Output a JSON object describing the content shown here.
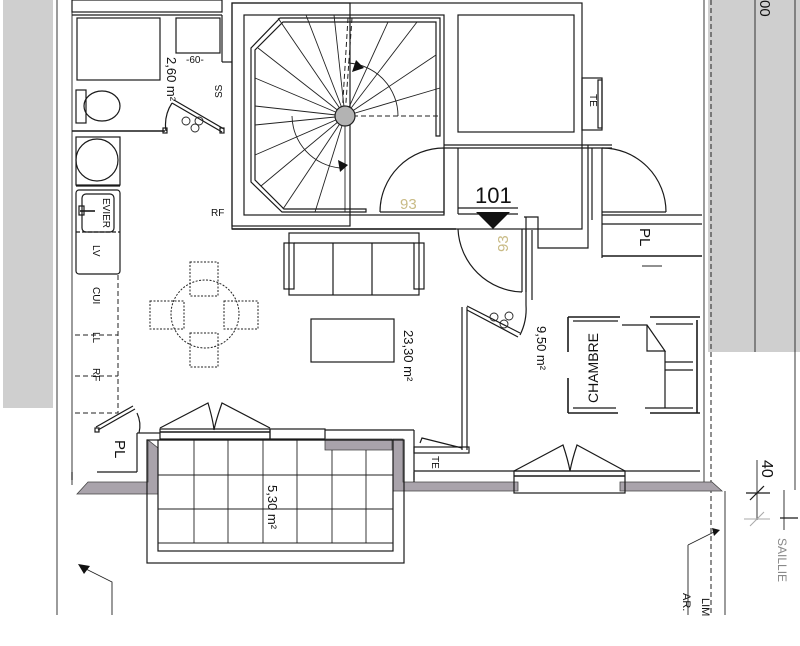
{
  "plan": {
    "apartment_number": "101",
    "rooms": [
      {
        "id": "bathroom",
        "area": "2,60 m²"
      },
      {
        "id": "living",
        "area": "23,30 m²"
      },
      {
        "id": "bedroom",
        "label": "CHAMBRE",
        "area": "9,50 m²"
      },
      {
        "id": "balcony",
        "area": "5,30 m²"
      }
    ],
    "labels": {
      "width_60": "-60-",
      "ss": "SS",
      "rf_living": "RF",
      "evier": "EVIER",
      "lv": "LV",
      "cui": "CUI",
      "ll": "LL",
      "rf_kitchen": "RF",
      "pl_entry": "PL",
      "pl_balcony": "PL",
      "te_top": "TE",
      "te_bottom": "TE",
      "door_93_a": "93",
      "door_93_b": "93",
      "dim_40": "40",
      "saillie": "SAILLIE",
      "top_right_dim": "00",
      "lim": "LIM",
      "ar": "AR."
    }
  },
  "colors": {
    "line": "#1a1a1a",
    "gray_band": "#cfcfcf",
    "wall_fill": "#a9a3ab",
    "door_number": "#c9bb86"
  }
}
